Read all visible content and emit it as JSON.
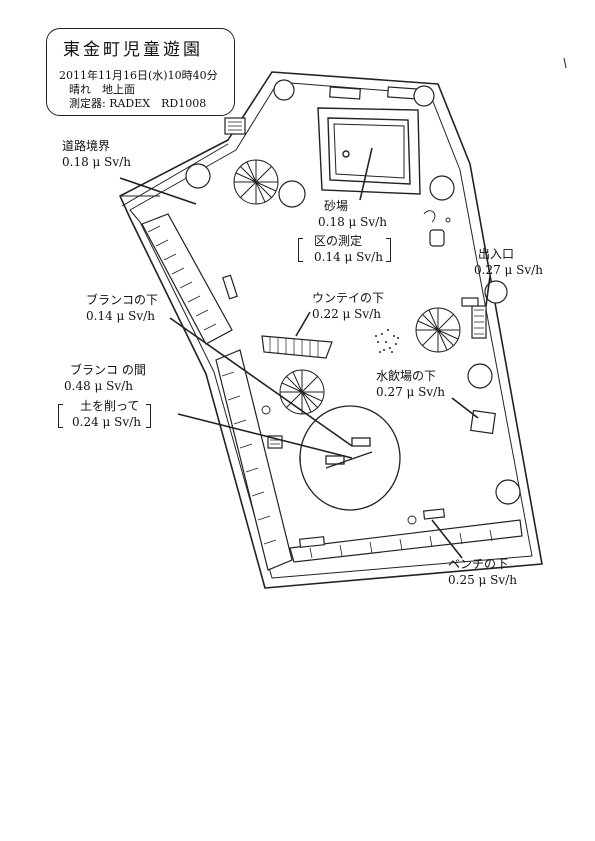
{
  "header": {
    "title": "東金町児童遊園",
    "date": "2011年11月16日(水)10時40分",
    "weather": "晴れ　地上面",
    "device": "測定器: RADEX　RD1008"
  },
  "points": {
    "road_boundary": {
      "label": "道路境界",
      "value": "0.18 μ Sv/h"
    },
    "sandbox": {
      "label": "砂場",
      "value": "0.18 μ Sv/h"
    },
    "sandbox_section": {
      "label": "区の測定",
      "value": "0.14 μ Sv/h"
    },
    "entrance": {
      "label": "出入口",
      "value": "0.27 μ Sv/h"
    },
    "under_swing": {
      "label": "ブランコの下",
      "value": "0.14 μ Sv/h"
    },
    "under_unteyi": {
      "label": "ウンテイの下",
      "value": "0.22 μ Sv/h"
    },
    "between_swing": {
      "label": "ブランコ の間",
      "value": "0.48 μ Sv/h"
    },
    "soil_removed": {
      "label": "土を削って",
      "value": "0.24 μ Sv/h"
    },
    "under_fountain": {
      "label": "水飲場の下",
      "value": "0.27 μ Sv/h"
    },
    "under_bench": {
      "label": "ベンチの下",
      "value": "0.25 μ Sv/h"
    }
  }
}
